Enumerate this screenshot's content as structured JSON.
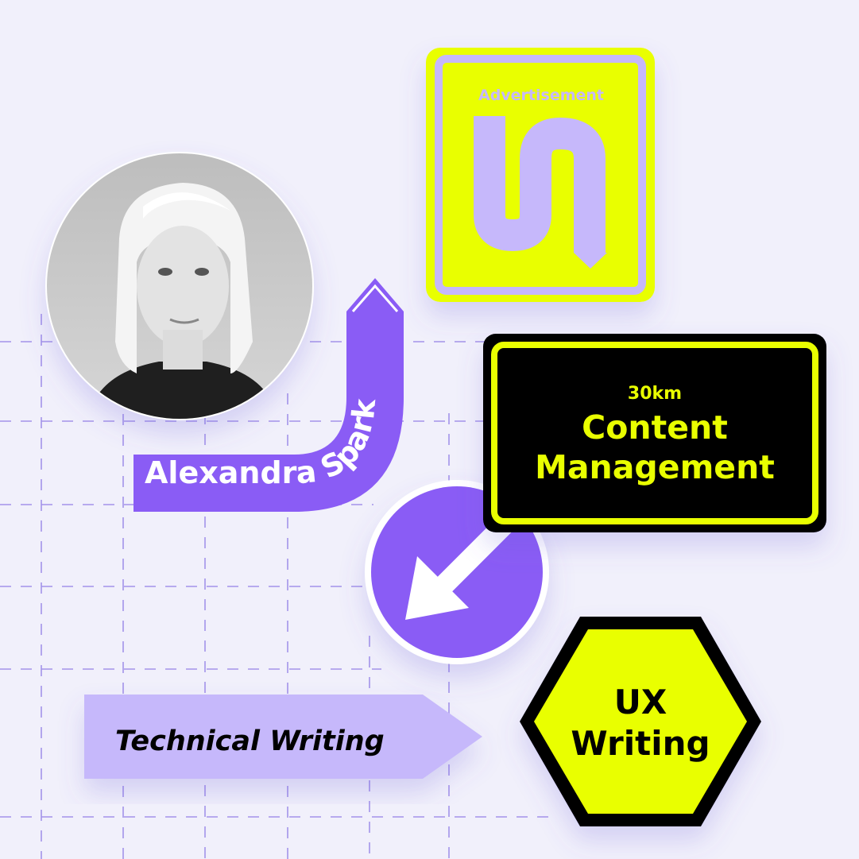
{
  "colors": {
    "background": "#f1f0fb",
    "grid_line": "#9b8ae8",
    "accent_yellow": "#e9ff00",
    "accent_purple": "#8a5cf5",
    "light_purple": "#c6b8fb",
    "black": "#000000",
    "white": "#ffffff"
  },
  "advert_sign": {
    "label": "Advertisement",
    "logo_icon": "u-shaped-path-logo-icon"
  },
  "profile": {
    "name": "Alexandra Spark",
    "photo": "portrait-photo"
  },
  "content_sign": {
    "distance": "30km",
    "line1": "Content",
    "line2": "Management"
  },
  "direction_sign": {
    "icon": "arrow-down-left-icon"
  },
  "technical_sign": {
    "label": "Technical Writing"
  },
  "ux_sign": {
    "line1": "UX",
    "line2": "Writing"
  }
}
